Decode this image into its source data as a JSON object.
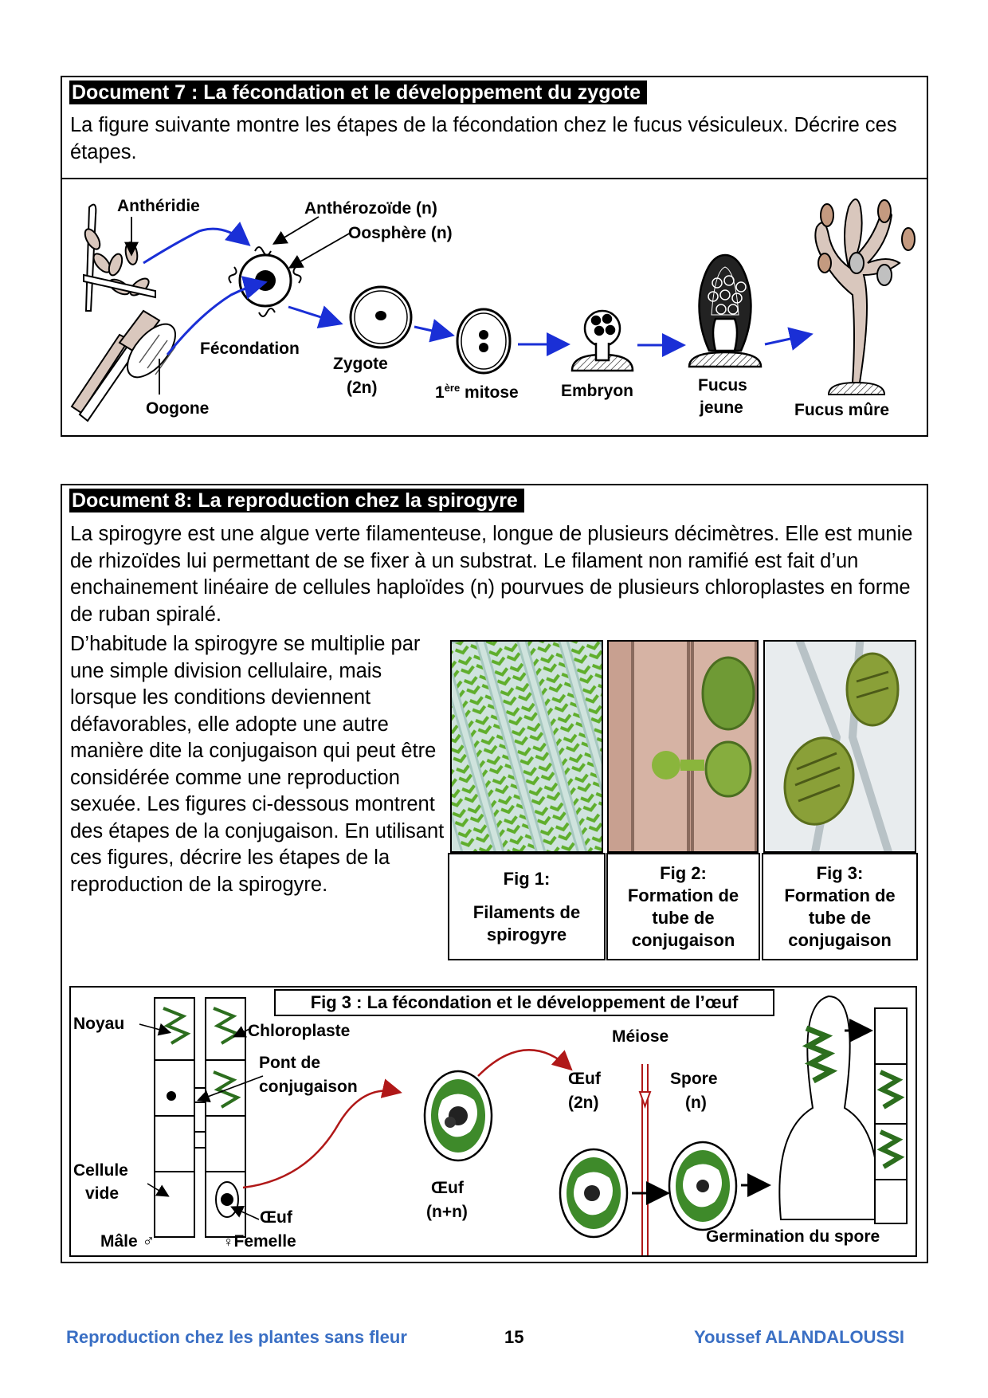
{
  "doc7": {
    "title": "Document 7 : La fécondation et le développement du zygote",
    "text": "La figure suivante montre les étapes de la fécondation chez le fucus vésiculeux. Décrire ces étapes.",
    "labels": {
      "antheridie": "Anthéridie",
      "antherozoide": "Anthérozoïde (n)",
      "oosphere": "Oosphère (n)",
      "fecondation": "Fécondation",
      "oogone": "Oogone",
      "zygote": "Zygote",
      "zygote_ploidy": "(2n)",
      "mitose_num": "1",
      "mitose_sup": "ère",
      "mitose_word": " mitose",
      "embryon": "Embryon",
      "fucus_jeune_1": "Fucus",
      "fucus_jeune_2": "jeune",
      "fucus_mur": "Fucus mûre"
    }
  },
  "doc8": {
    "title": "Document 8: La reproduction chez la spirogyre",
    "intro": "La spirogyre est une algue verte filamenteuse, longue de plusieurs décimètres. Elle est munie de rhizoïdes lui permettant de se fixer à un substrat. Le filament non ramifié est fait d’un enchainement linéaire de cellules haploïdes (n) pourvues de plusieurs chloroplastes en forme de ruban spiralé.",
    "body": "D’habitude la spirogyre se multiplie par une simple division cellulaire, mais lorsque les conditions deviennent défavorables, elle adopte une autre manière dite la conjugaison qui peut être considérée comme une reproduction sexuée. Les figures ci-dessous montrent des étapes de la conjugaison. En utilisant ces figures, décrire les étapes de la reproduction de la spirogyre.",
    "captions": [
      {
        "line1": "Fig 1:",
        "line2": "Filaments de",
        "line3": "spirogyre"
      },
      {
        "line1": "Fig 2:",
        "line2": "Formation de",
        "line3": "tube de",
        "line4": "conjugaison"
      },
      {
        "line1": "Fig 3:",
        "line2": "Formation de",
        "line3": "tube de",
        "line4": "conjugaison"
      }
    ],
    "fig3_title": "Fig 3 : La fécondation et le développement de l’œuf",
    "labels": {
      "noyau": "Noyau",
      "chloroplaste": "Chloroplaste",
      "pont_1": "Pont de",
      "pont_2": "conjugaison",
      "cellule_1": "Cellule",
      "cellule_2": "vide",
      "male": "Mâle",
      "male_sym": "♂",
      "femelle_sym": "♀",
      "femelle": "Femelle",
      "oeuf_small": "Œuf",
      "oeuf_nn_1": "Œuf",
      "oeuf_nn_2": "(n+n)",
      "meiose": "Méiose",
      "oeuf_2n_1": "Œuf",
      "oeuf_2n_2": "(2n)",
      "spore_1": "Spore",
      "spore_2": "(n)",
      "germination": "Germination du spore"
    }
  },
  "footer": {
    "left": "Reproduction chez les plantes sans fleur",
    "page": "15",
    "right": "Youssef ALANDALOUSSI"
  },
  "colors": {
    "arrow_blue": "#1a2fd6",
    "arrow_red": "#b01818",
    "algae_green": "#3e8a2a",
    "footer_blue": "#3a6fc4"
  }
}
